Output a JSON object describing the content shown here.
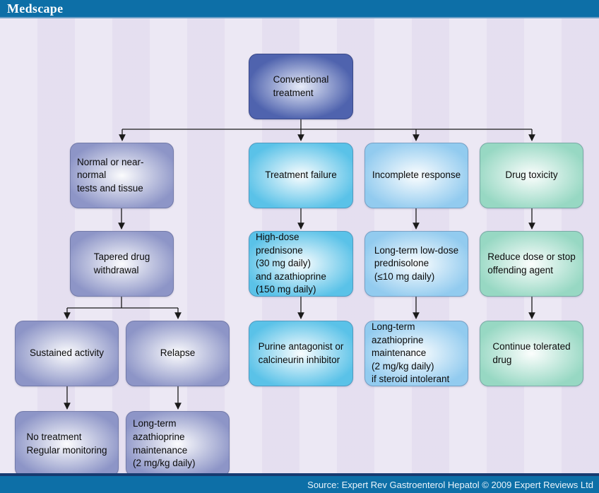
{
  "header": {
    "brand": "Medscape"
  },
  "footer": {
    "source_text": "Source: Expert Rev Gastroenterol Hepatol © 2009 Expert Reviews Ltd"
  },
  "colors": {
    "bar": "#0d6fa7",
    "bg": "#e7e2f1",
    "root": "#4f63ae",
    "purple": "#8d95c7",
    "cyan": "#5ac2e8",
    "lblue": "#92cbef",
    "mint": "#97d8c3",
    "connector": "#1a1a1a"
  },
  "flowchart": {
    "nodes": {
      "conventional": {
        "label": "Conventional\ntreatment"
      },
      "normal_tests": {
        "label": "Normal or near-normal\ntests and tissue"
      },
      "treatment_failure": {
        "label": "Treatment failure"
      },
      "incomplete_response": {
        "label": "Incomplete response"
      },
      "drug_toxicity": {
        "label": "Drug toxicity"
      },
      "tapered_withdrawal": {
        "label": "Tapered drug\nwithdrawal"
      },
      "high_dose": {
        "label": "High-dose prednisone\n(30 mg daily)\nand azathioprine\n(150 mg daily)"
      },
      "long_term_low_dose": {
        "label": "Long-term low-dose\nprednisolone\n(≤10 mg daily)"
      },
      "reduce_dose": {
        "label": "Reduce dose or stop\noffending agent"
      },
      "sustained_activity": {
        "label": "Sustained activity"
      },
      "relapse": {
        "label": "Relapse"
      },
      "purine_antagonist": {
        "label": "Purine antagonist or\ncalcineurin inhibitor"
      },
      "aza_steroid_intolerant": {
        "label": "Long-term azathioprine\nmaintenance\n(2 mg/kg daily)\nif steroid intolerant"
      },
      "continue_tolerated": {
        "label": "Continue tolerated\ndrug"
      },
      "no_treatment": {
        "label": "No treatment\nRegular monitoring"
      },
      "aza_maintenance": {
        "label": "Long-term azathioprine\nmaintenance\n(2 mg/kg daily)"
      }
    },
    "edges": [
      [
        "conventional",
        "normal_tests"
      ],
      [
        "conventional",
        "treatment_failure"
      ],
      [
        "conventional",
        "incomplete_response"
      ],
      [
        "conventional",
        "drug_toxicity"
      ],
      [
        "normal_tests",
        "tapered_withdrawal"
      ],
      [
        "treatment_failure",
        "high_dose"
      ],
      [
        "incomplete_response",
        "long_term_low_dose"
      ],
      [
        "drug_toxicity",
        "reduce_dose"
      ],
      [
        "tapered_withdrawal",
        "sustained_activity"
      ],
      [
        "tapered_withdrawal",
        "relapse"
      ],
      [
        "high_dose",
        "purine_antagonist"
      ],
      [
        "long_term_low_dose",
        "aza_steroid_intolerant"
      ],
      [
        "reduce_dose",
        "continue_tolerated"
      ],
      [
        "sustained_activity",
        "no_treatment"
      ],
      [
        "relapse",
        "aza_maintenance"
      ]
    ]
  }
}
